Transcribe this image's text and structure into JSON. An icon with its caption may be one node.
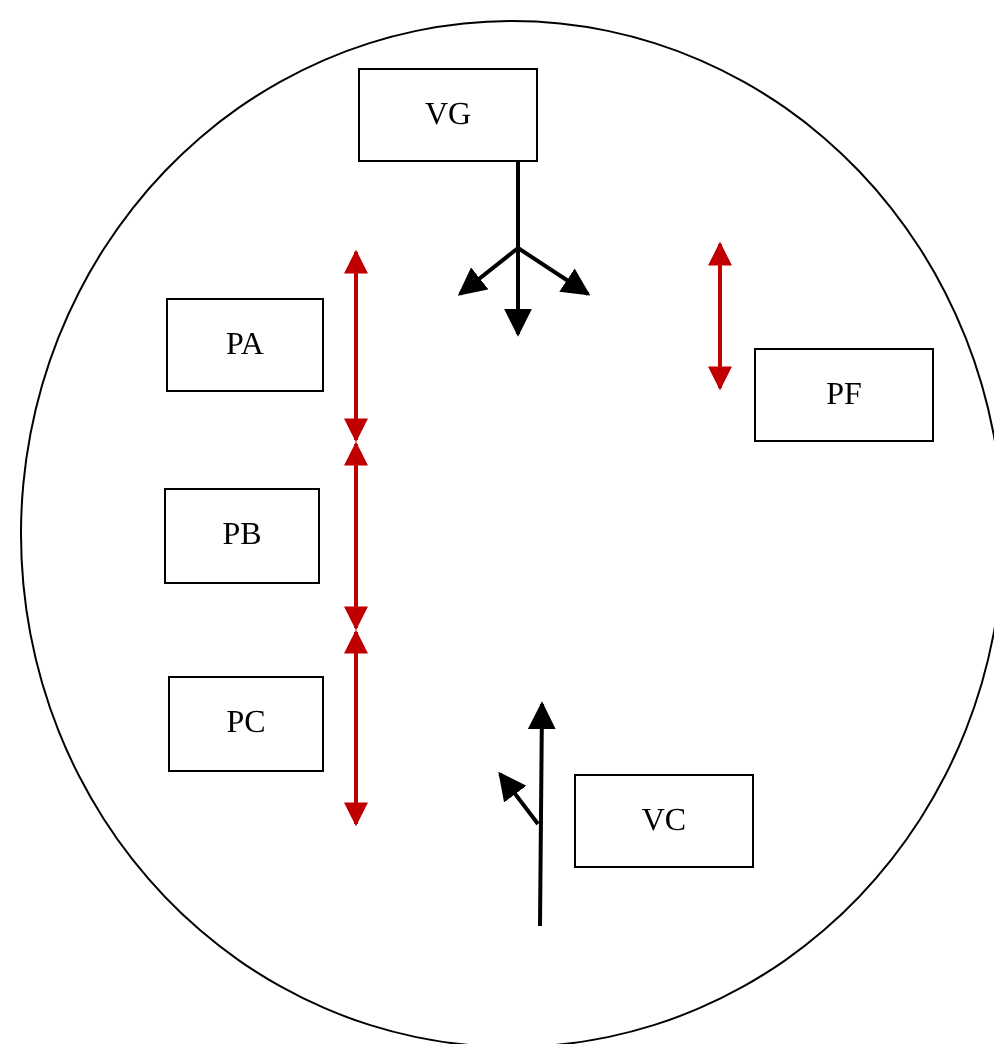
{
  "diagram": {
    "nodes": [
      {
        "text": [],
        "shape": "circle"
      },
      {
        "text": [
          "VG"
        ],
        "in": 0
      },
      {
        "text": [
          "PA"
        ],
        "in": 0
      },
      {
        "text": [
          "PB"
        ],
        "in": 0
      },
      {
        "text": [
          "PC"
        ],
        "in": 0
      },
      {
        "text": [
          "PF"
        ],
        "in": 0
      },
      {
        "text": [
          "VC"
        ],
        "in": 0
      }
    ],
    "edges": [
      {
        "from": 1,
        "to": null,
        "arrow": "to"
      },
      {
        "from": 1,
        "to": null,
        "arrow": "to"
      },
      {
        "from": 1,
        "to": null,
        "arrow": "to"
      }
    ]
  }
}
